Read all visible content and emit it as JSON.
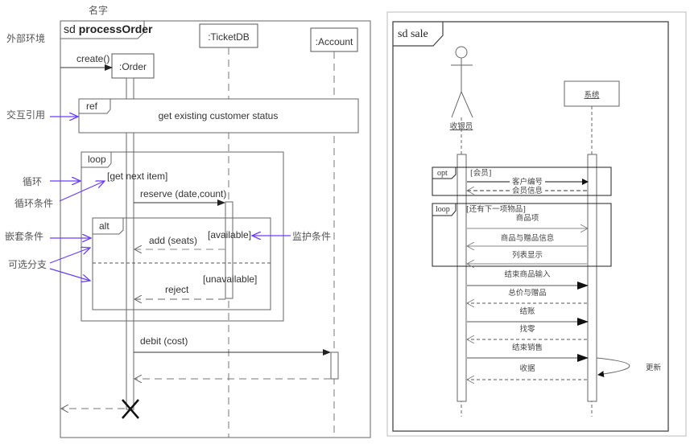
{
  "left": {
    "name_label": "名字",
    "frame_keyword": "sd",
    "frame_name": "processOrder",
    "lifelines": [
      ":Order",
      ":TicketDB",
      ":Account"
    ],
    "messages": {
      "create": "create()",
      "reserve": "reserve (date,count)",
      "add": "add (seats)",
      "reject": "reject",
      "debit": "debit (cost)"
    },
    "ref": {
      "tag": "ref",
      "text": "get existing customer status"
    },
    "loop": {
      "tag": "loop",
      "guard": "[get next item]"
    },
    "alt": {
      "tag": "alt",
      "guard1": "[available]",
      "guard2": "[unavailable]"
    },
    "annotations": {
      "external": "外部环境",
      "ref": "交互引用",
      "loop": "循环",
      "loop_cond": "循环条件",
      "nested": "嵌套条件",
      "alternatives": "可选分支",
      "guard": "监护条件"
    },
    "annotation_color": "#6a3cff"
  },
  "right": {
    "frame_title": "sd sale",
    "actor": "收银员",
    "system": "系统",
    "opt": {
      "tag": "opt",
      "guard": "[会员]",
      "msg1": "客户编号",
      "msg2": "会员信息"
    },
    "loop": {
      "tag": "loop",
      "guard": "[还有下一项物品]",
      "msg1": "商品项",
      "msg2": "商品与赠品信息",
      "msg3": "列表显示"
    },
    "messages": [
      "结束商品输入",
      "总价与赠品",
      "结账",
      "找零",
      "结束销售",
      "收据"
    ],
    "self_msg": "更新"
  }
}
